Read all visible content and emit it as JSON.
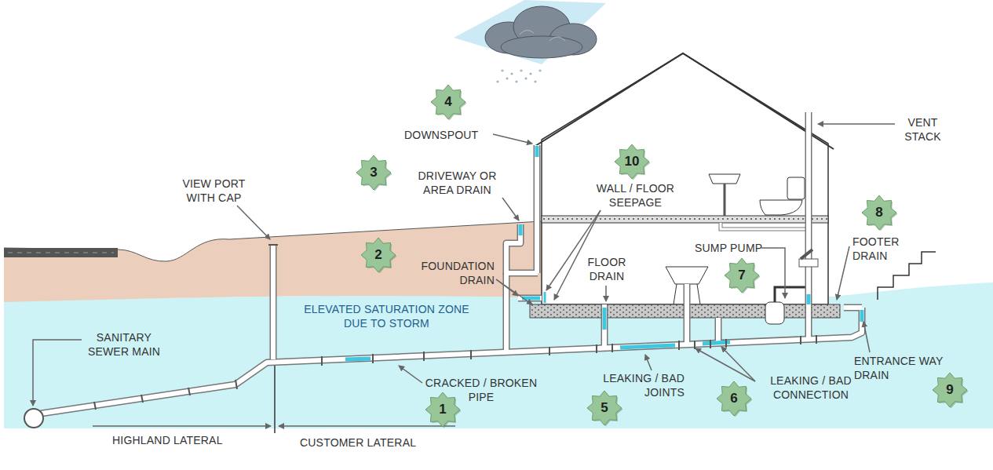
{
  "diagram": {
    "nodes": [
      {
        "text": [
          "1"
        ]
      },
      {
        "text": [
          "2"
        ]
      },
      {
        "text": [
          "3"
        ]
      },
      {
        "text": [
          "4"
        ]
      },
      {
        "text": [
          "5"
        ]
      },
      {
        "text": [
          "6"
        ]
      },
      {
        "text": [
          "7"
        ]
      },
      {
        "text": [
          "8"
        ]
      },
      {
        "text": [
          "9"
        ]
      },
      {
        "text": [
          "10"
        ]
      }
    ],
    "labels": [
      "DOWNSPOUT",
      "DRIVEWAY OR AREA DRAIN",
      "VIEW PORT WITH CAP",
      "WALL / FLOOR SEEPAGE",
      "FOUNDATION DRAIN",
      "FLOOR DRAIN",
      "SUMP PUMP",
      "FOOTER DRAIN",
      "VENT STACK",
      "ELEVATED SATURATION ZONE DUE TO STORM",
      "SANITARY SEWER MAIN",
      "CRACKED / BROKEN PIPE",
      "LEAKING / BAD JOINTS",
      "LEAKING / BAD CONNECTION",
      "ENTRANCE WAY DRAIN",
      "HIGHLAND LATERAL",
      "CUSTOMER LATERAL"
    ]
  }
}
